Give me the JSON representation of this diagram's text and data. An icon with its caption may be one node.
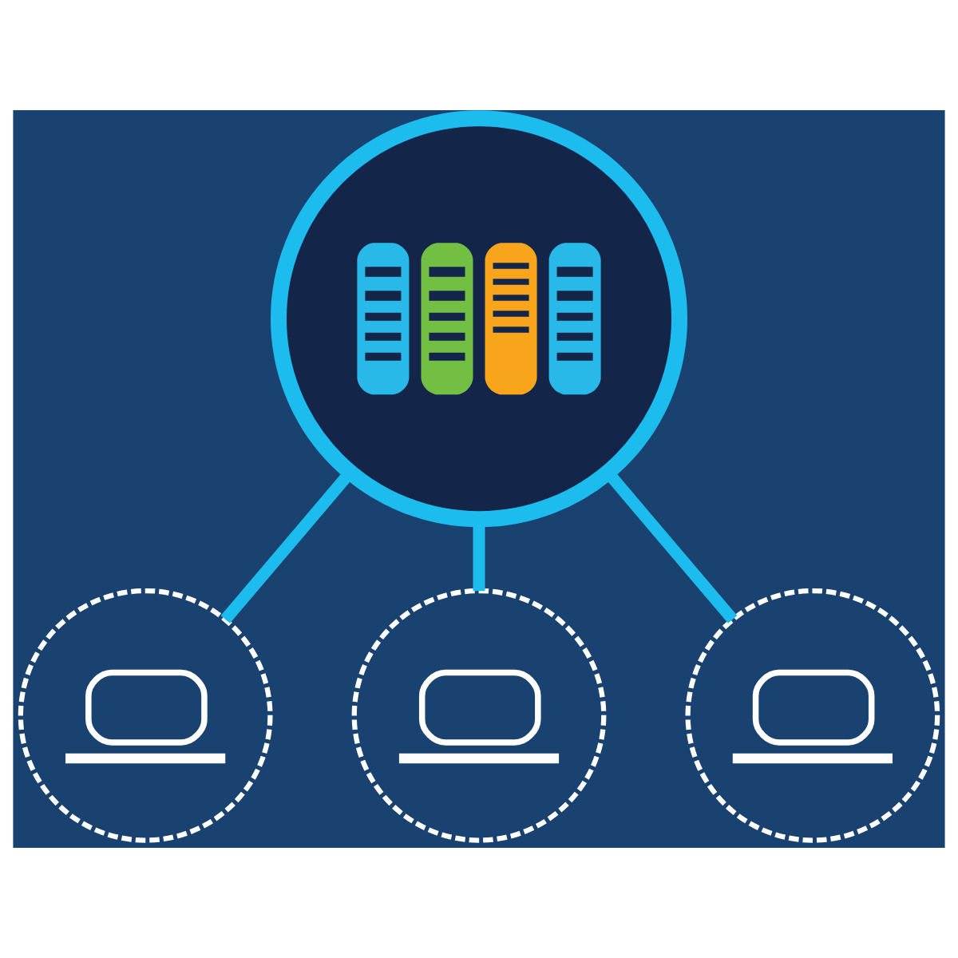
{
  "diagram": {
    "nodes": [
      {
        "text": [],
        "shape": "circle"
      },
      {
        "text": [],
        "shape": "circle"
      },
      {
        "text": [],
        "shape": "circle"
      },
      {
        "text": [],
        "shape": "circle"
      }
    ],
    "edges": [
      {
        "from": 0,
        "to": 1,
        "arrow": "none"
      },
      {
        "from": 0,
        "to": 2,
        "arrow": "none"
      },
      {
        "from": 0,
        "to": 3,
        "arrow": "none"
      }
    ]
  }
}
